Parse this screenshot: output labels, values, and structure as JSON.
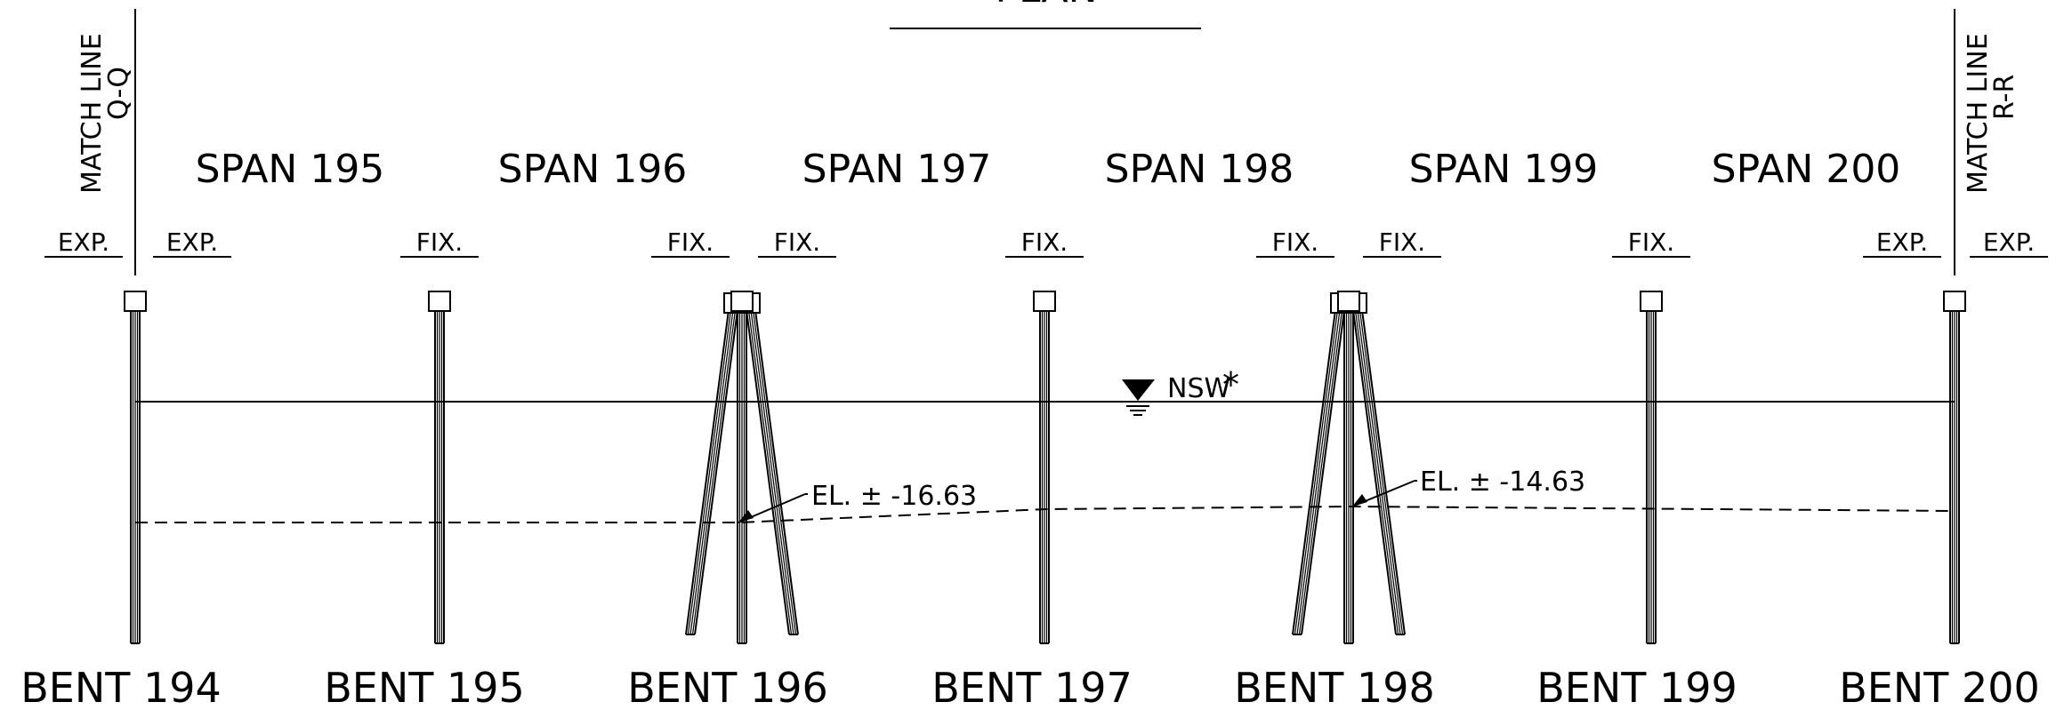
{
  "plan_label": "PLAN",
  "match_lines": {
    "left": {
      "line1": "MATCH LINE",
      "line2": "Q-Q"
    },
    "right": {
      "line1": "MATCH LINE",
      "line2": "R-R"
    }
  },
  "spans": [
    "SPAN 195",
    "SPAN 196",
    "SPAN 197",
    "SPAN 198",
    "SPAN 199",
    "SPAN 200"
  ],
  "bearings": [
    "EXP.",
    "EXP.",
    "FIX.",
    "FIX.",
    "FIX.",
    "FIX.",
    "FIX.",
    "FIX.",
    "FIX.",
    "EXP.",
    "EXP."
  ],
  "water_level_label": "NSW",
  "water_level_mark": "*",
  "elevations": [
    "EL. ± -16.63",
    "EL. ± -14.63"
  ],
  "bents": [
    "BENT 194",
    "BENT 195",
    "BENT 196",
    "BENT 197",
    "BENT 198",
    "BENT 199",
    "BENT 200"
  ]
}
